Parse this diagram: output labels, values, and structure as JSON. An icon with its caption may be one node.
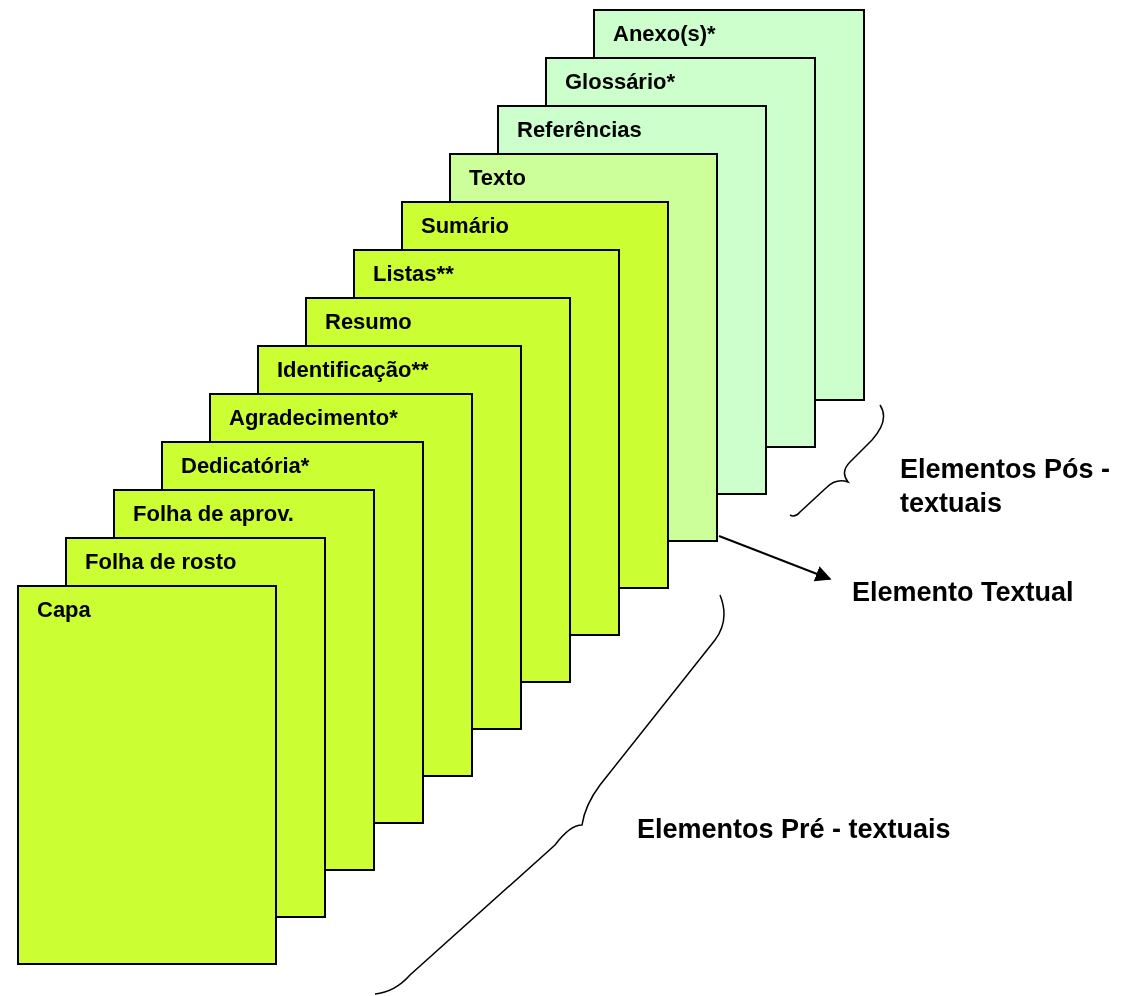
{
  "diagram": {
    "nodes": [
      {
        "text": [
          "Capa"
        ]
      },
      {
        "text": [
          "Folha de rosto"
        ]
      },
      {
        "text": [
          "Folha de aprov."
        ]
      },
      {
        "text": [
          "Dedicatória*"
        ]
      },
      {
        "text": [
          "Agradecimento*"
        ]
      },
      {
        "text": [
          "Identificação**"
        ]
      },
      {
        "text": [
          "Resumo"
        ]
      },
      {
        "text": [
          "Listas**"
        ]
      },
      {
        "text": [
          "Sumário"
        ]
      },
      {
        "text": [
          "Texto"
        ]
      },
      {
        "text": [
          "Referências"
        ]
      },
      {
        "text": [
          "Glossário*"
        ]
      },
      {
        "text": [
          "Anexo(s)*"
        ]
      },
      {
        "text": [
          "Elemento Textual"
        ]
      }
    ],
    "edges": [
      {
        "from": 9,
        "to": 13,
        "arrow": "to"
      }
    ],
    "labels": [
      "Elementos Pós - textuais",
      "Elementos Pré - textuais"
    ]
  }
}
